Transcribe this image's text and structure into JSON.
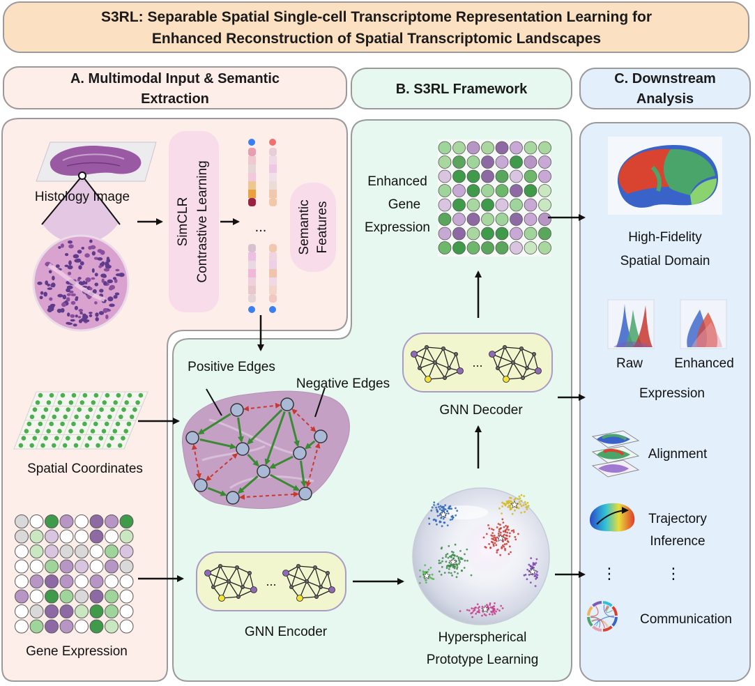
{
  "title": {
    "line1": "S3RL: Separable Spatial Single-cell Transcriptome Representation Learning for",
    "line2": "Enhanced Reconstruction of Spatial Transcriptomic Landscapes"
  },
  "section_a": {
    "header_line1": "A. Multimodal Input & Semantic",
    "header_line2": "Extraction",
    "histology_label": "Histology Image",
    "simclr_line1": "SimCLR",
    "simclr_line2": "Contrastive Learning",
    "semantic_line1": "Semantic",
    "semantic_line2": "Features",
    "ellipsis": "...",
    "spatial_label": "Spatial Coordinates",
    "gene_label": "Gene Expression"
  },
  "section_b": {
    "header": "B. S3RL Framework",
    "enhanced_line1": "Enhanced",
    "enhanced_line2": "Gene",
    "enhanced_line3": "Expression",
    "positive_edges": "Positive Edges",
    "negative_edges": "Negative Edges",
    "decoder_label": "GNN  Decoder",
    "encoder_label": "GNN  Encoder",
    "gnn_ellipsis": "...",
    "hyper_line1": "Hyperspherical",
    "hyper_line2": "Prototype Learning"
  },
  "section_c": {
    "header_line1": "C. Downstream",
    "header_line2": "Analysis",
    "domain_line1": "High-Fidelity",
    "domain_line2": "Spatial Domain",
    "raw": "Raw",
    "enhanced": "Enhanced",
    "expression": "Expression",
    "alignment": "Alignment",
    "trajectory_line1": "Trajectory",
    "trajectory_line2": "Inference",
    "vdots": "⋮",
    "communication": "Communication"
  },
  "colors": {
    "title_fill": "#fbe1c2",
    "panel_a_fill": "#fdeeea",
    "panel_b_fill": "#e6f8ef",
    "panel_c_fill": "#e3effb",
    "simclr_fill": "#f9dcea",
    "gnn_box_fill": "#f2f6cf",
    "positive_edge": "#3a8a34",
    "negative_edge": "#c8382e"
  }
}
